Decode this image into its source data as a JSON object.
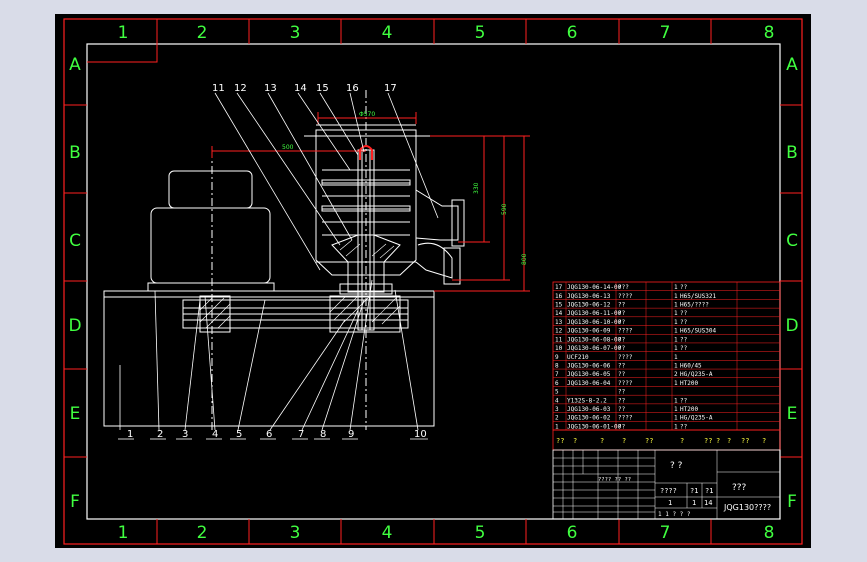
{
  "frame": {
    "columns": [
      "1",
      "2",
      "3",
      "4",
      "5",
      "6",
      "7",
      "8"
    ],
    "rows": [
      "A",
      "B",
      "C",
      "D",
      "E",
      "F"
    ]
  },
  "callouts_top": [
    "11",
    "12",
    "13",
    "14",
    "15",
    "16",
    "17"
  ],
  "callouts_bottom": [
    "1",
    "2",
    "3",
    "4",
    "5",
    "6",
    "7",
    "8",
    "9",
    "10"
  ],
  "dimensions": {
    "top_width": "Φ570",
    "left_span": "500",
    "height_inner": "330",
    "height_mid": "590",
    "height_total": "800"
  },
  "bom": {
    "rows": [
      {
        "no": "17",
        "code": "JQG130-06-14-00",
        "name": "???",
        "qty": "1",
        "mat": "??"
      },
      {
        "no": "16",
        "code": "JQG130-06-13",
        "name": "????",
        "qty": "1",
        "mat": "H65/SUS321"
      },
      {
        "no": "15",
        "code": "JQG130-06-12",
        "name": "??",
        "qty": "1",
        "mat": "H65/????"
      },
      {
        "no": "14",
        "code": "JQG130-06-11-00",
        "name": "??",
        "qty": "1",
        "mat": "??"
      },
      {
        "no": "13",
        "code": "JQG130-06-10-00",
        "name": "??",
        "qty": "1",
        "mat": "??"
      },
      {
        "no": "12",
        "code": "JQG130-06-09",
        "name": "????",
        "qty": "1",
        "mat": "H65/SUS304"
      },
      {
        "no": "11",
        "code": "JQG130-06-08-00",
        "name": "??",
        "qty": "1",
        "mat": "??"
      },
      {
        "no": "10",
        "code": "JQG130-06-07-00",
        "name": "??",
        "qty": "1",
        "mat": "??"
      },
      {
        "no": "9",
        "code": "UCF210",
        "name": "????",
        "qty": "1",
        "mat": ""
      },
      {
        "no": "8",
        "code": "JQG130-06-06",
        "name": "??",
        "qty": "1",
        "mat": "H60/45"
      },
      {
        "no": "7",
        "code": "JQG130-06-05",
        "name": "??",
        "qty": "2",
        "mat": "HG/Q235-A"
      },
      {
        "no": "6",
        "code": "JQG130-06-04",
        "name": "????",
        "qty": "1",
        "mat": "HT200"
      },
      {
        "no": "5",
        "code": "",
        "name": "??",
        "qty": "",
        "mat": ""
      },
      {
        "no": "4",
        "code": "Y132S-8-2.2",
        "name": "??",
        "qty": "1",
        "mat": "??"
      },
      {
        "no": "3",
        "code": "JQG130-06-03",
        "name": "??",
        "qty": "1",
        "mat": "HT200"
      },
      {
        "no": "2",
        "code": "JQG130-06-02",
        "name": "????",
        "qty": "1",
        "mat": "HG/Q235-A"
      },
      {
        "no": "1",
        "code": "JQG130-06-01-00",
        "name": "??",
        "qty": "1",
        "mat": "??"
      }
    ],
    "header": [
      "??",
      "?",
      "?",
      "?",
      "??",
      "?",
      "??",
      "?",
      "?",
      "??",
      "?"
    ]
  },
  "title_block": {
    "center_marks": "?    ?",
    "title": "???",
    "drawing_no": "JQG130????",
    "row_a": [
      "???? ?? ??"
    ],
    "cells_a": [
      "????",
      "?1",
      "?1"
    ],
    "cells_b": [
      "1",
      "1",
      "14"
    ],
    "bottom_marks": "1    1    ?    ?    ?"
  }
}
